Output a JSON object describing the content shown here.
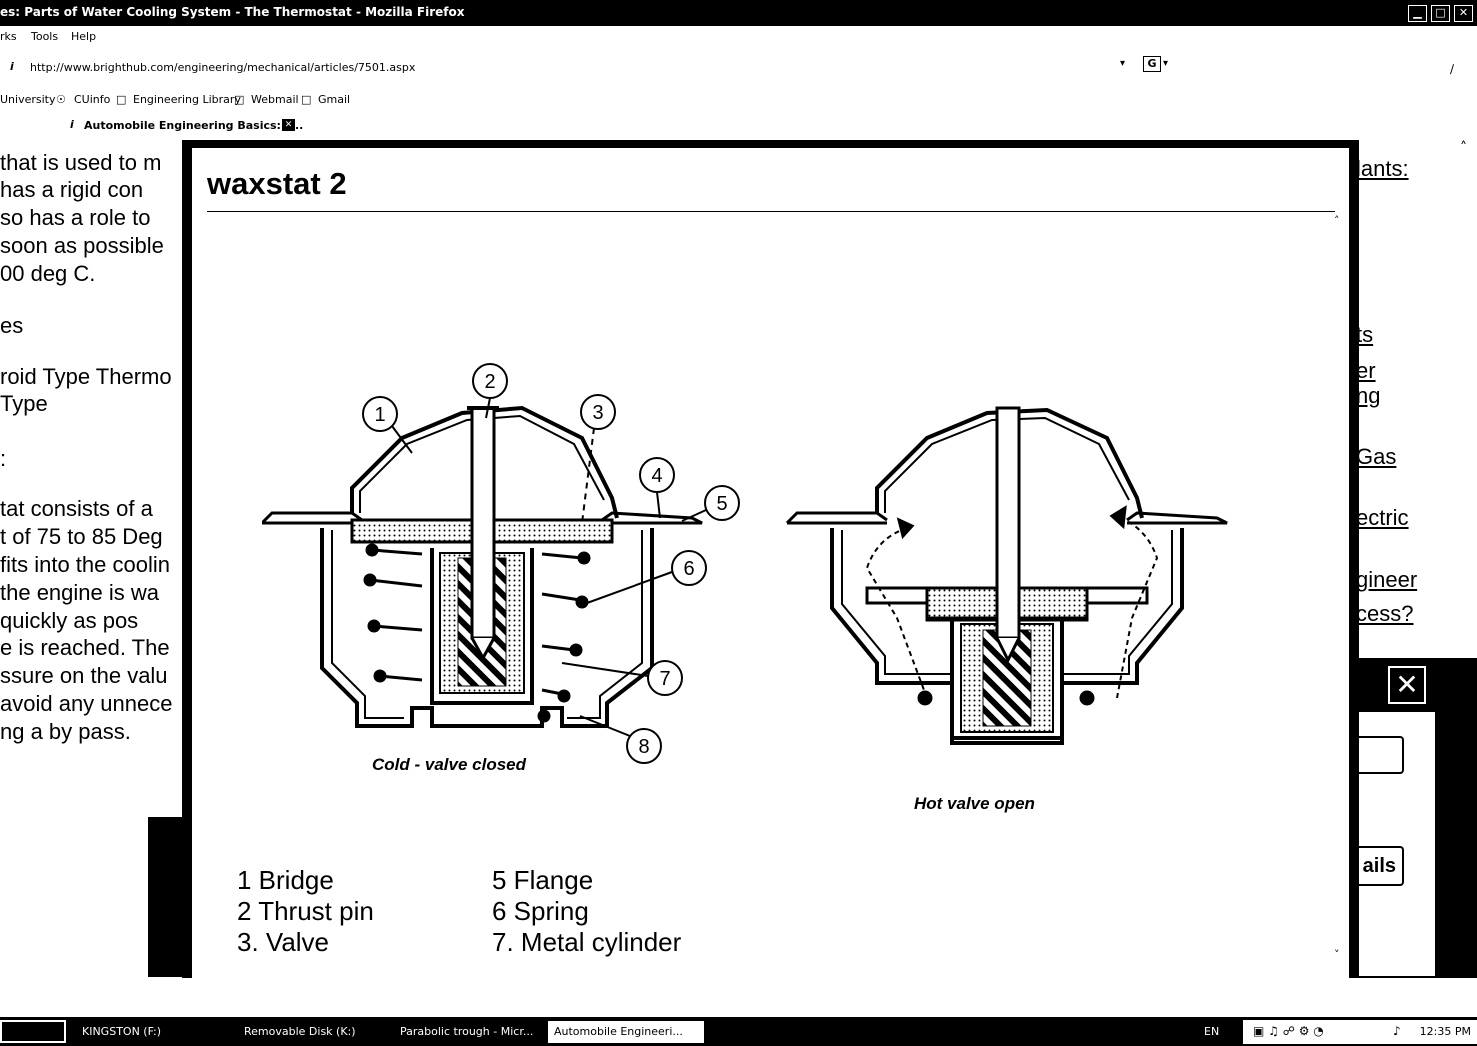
{
  "window": {
    "title": "es: Parts of Water Cooling System - The Thermostat - Mozilla Firefox",
    "btn_min": "▁",
    "btn_max": "□",
    "btn_close": "✕"
  },
  "menu": {
    "bookmarks": "rks",
    "tools": "Tools",
    "help": "Help"
  },
  "address": {
    "url": "http://www.brighthub.com/engineering/mechanical/articles/7501.aspx"
  },
  "bookmarks_bar": [
    "University",
    "CUinfo",
    "Engineering Library",
    "Webmail",
    "Gmail"
  ],
  "tab": {
    "label": "Automobile Engineering Basics: P...",
    "close": "✕"
  },
  "article_lines": [
    "that  is  used  to  m",
    "has  a  rigid  con",
    "so has a role to",
    "soon  as  possible",
    "00 deg C.",
    "es",
    "roid Type Thermo",
    "Type",
    ":",
    "tat consists of a",
    "t of 75 to 85 Deg",
    "fits into the coolin",
    " the engine is wa",
    " quickly  as  pos",
    "e is reached. The",
    "ssure on the valu",
    "avoid any unnece",
    "ng a by pass."
  ],
  "right_links": [
    "lants:",
    "ts",
    "er",
    "ng",
    "Gas",
    "ectric",
    "gineer",
    "cess?"
  ],
  "lightbox": {
    "title": "waxstat 2",
    "caption_cold": "Cold - valve closed",
    "caption_hot": "Hot   valve open",
    "callouts": [
      "1",
      "2",
      "3",
      "4",
      "5",
      "6",
      "7",
      "8"
    ],
    "legend": [
      "1  Bridge",
      "2  Thrust pin",
      "3. Valve",
      "5  Flange",
      "6  Spring",
      "7. Metal cylinder"
    ],
    "scroll_up": "˄",
    "scroll_down": "˅"
  },
  "side_panel": {
    "close": "✕",
    "button_label": "ails"
  },
  "taskbar": {
    "tasks": [
      "KINGSTON (F:)",
      "Removable Disk (K:)",
      "Parabolic trough - Micr...",
      "Automobile Engineeri..."
    ],
    "lang": "EN",
    "clock": "12:35 PM"
  }
}
